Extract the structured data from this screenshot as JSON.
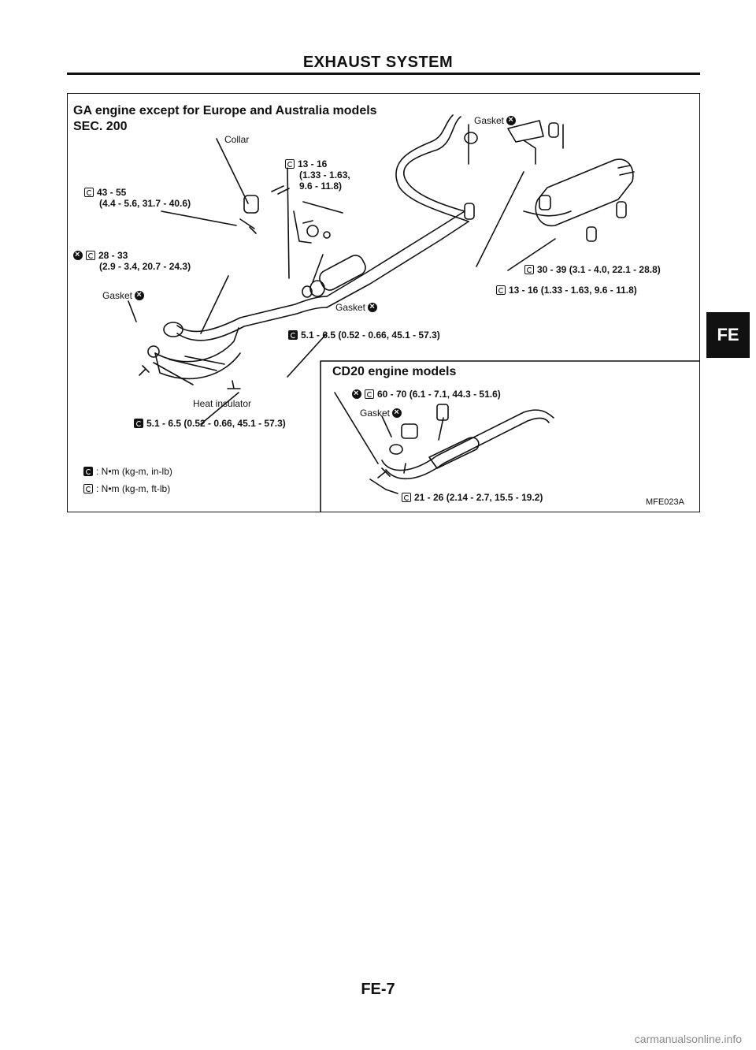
{
  "page": {
    "title": "EXHAUST SYSTEM",
    "side_tab": "FE",
    "page_number": "FE-7",
    "watermark": "carmanualsonline.info"
  },
  "ga_section": {
    "heading": "GA engine except for Europe and Australia models",
    "sec": "SEC. 200",
    "labels": {
      "collar": "Collar",
      "torque_13_16_a": "13 - 16",
      "torque_13_16_b": "(1.33 - 1.63,",
      "torque_13_16_c": "9.6 - 11.8)",
      "torque_43_55_a": "43 - 55",
      "torque_43_55_b": "(4.4 - 5.6, 31.7 - 40.6)",
      "torque_28_33_a": "28 - 33",
      "torque_28_33_b": "(2.9 - 3.4, 20.7 - 24.3)",
      "gasket_left": "Gasket",
      "gasket_top": "Gasket",
      "gasket_center": "Gasket",
      "torque_30_39": "30 - 39 (3.1 - 4.0, 22.1 - 28.8)",
      "torque_13_16_right": "13 - 16 (1.33 - 1.63, 9.6 - 11.8)",
      "torque_5_1_center": "5.1 - 6.5 (0.52 - 0.66, 45.1 - 57.3)",
      "heat_insulator": "Heat insulator",
      "torque_5_1_bottom": "5.1 - 6.5 (0.52 - 0.66, 45.1 - 57.3)"
    }
  },
  "legend": {
    "nm_in_lb": ": N•m (kg-m, in-lb)",
    "nm_ft_lb": ": N•m (kg-m, ft-lb)"
  },
  "cd20_section": {
    "heading": "CD20 engine models",
    "labels": {
      "torque_60_70": "60 - 70 (6.1 - 7.1, 44.3 - 51.6)",
      "gasket": "Gasket",
      "torque_21_26": "21 - 26 (2.14 - 2.7, 15.5 - 19.2)",
      "figure_code": "MFE023A"
    }
  }
}
